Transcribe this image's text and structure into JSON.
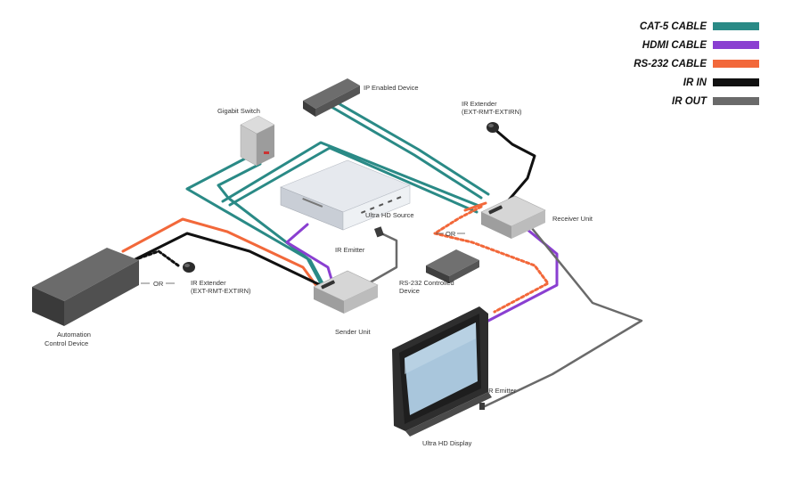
{
  "legend": [
    {
      "label": "CAT-5 CABLE",
      "color": "#2a8a86"
    },
    {
      "label": "HDMI CABLE",
      "color": "#8a3fd1"
    },
    {
      "label": "RS-232 CABLE",
      "color": "#f2683a"
    },
    {
      "label": "IR IN",
      "color": "#111111"
    },
    {
      "label": "IR OUT",
      "color": "#6a6a6a"
    }
  ],
  "labels": {
    "ip_device": "IP Enabled Device",
    "gigabit_switch": "Gigabit Switch",
    "ir_extender_top_1": "IR Extender",
    "ir_extender_top_2": "(EXT-RMT-EXTIRN)",
    "uhd_source": "Ultra HD Source",
    "receiver_unit": "Receiver Unit",
    "or_right": "OR",
    "ir_emitter_mid": "IR Emitter",
    "or_left": "OR",
    "ir_extender_left_1": "IR Extender",
    "ir_extender_left_2": "(EXT-RMT-EXTIRN)",
    "automation_1": "Automation",
    "automation_2": "Control Device",
    "sender_unit": "Sender Unit",
    "rs232_device_1": "RS-232 Controlled",
    "rs232_device_2": "Device",
    "ir_emitter_bottom": "IR Emitter",
    "uhd_display": "Ultra HD Display"
  },
  "icons": {
    "unit_logo": "gefen-logo-icon"
  }
}
